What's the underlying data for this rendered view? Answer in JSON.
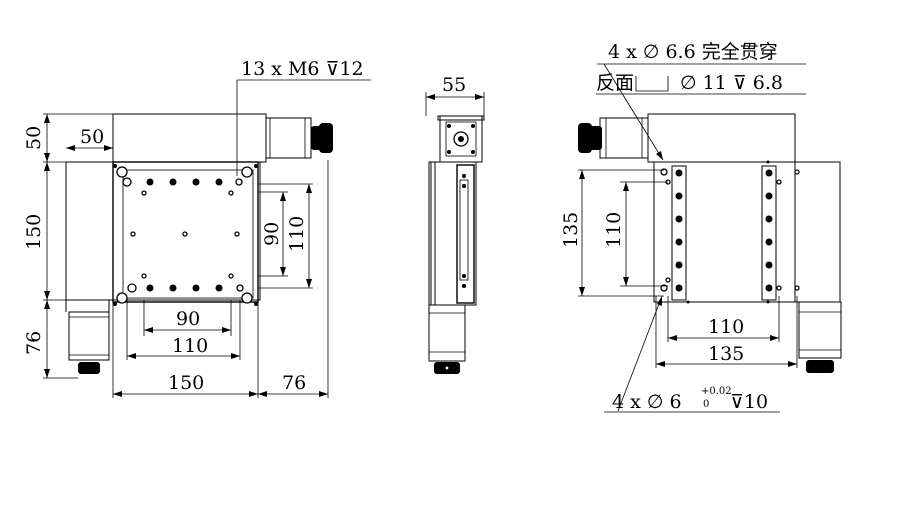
{
  "front_view": {
    "thread_callout": "13 x  M6 ⊽12",
    "dims": {
      "top_height": "50",
      "top_offset": "50",
      "body_height": "150",
      "motor_height": "76",
      "inner_90_v": "90",
      "inner_110_v": "110",
      "inner_90_h": "90",
      "inner_110_h": "110",
      "width_150": "150",
      "motor_76": "76"
    }
  },
  "side_view": {
    "dims": {
      "width_55": "55"
    }
  },
  "back_view": {
    "callout_through": "4 x  ∅  6.6 完全贯穿",
    "callout_counterbore_prefix": "反面",
    "callout_counterbore": "∅  11 ⊽ 6.8",
    "callout_pin_prefix": "4 x  ∅  6",
    "callout_pin_tol_upper": "+0.02",
    "callout_pin_tol_lower": "0",
    "callout_pin_depth": "⊽10",
    "dims": {
      "height_135": "135",
      "height_110": "110",
      "width_110": "110",
      "width_135": "135"
    }
  }
}
